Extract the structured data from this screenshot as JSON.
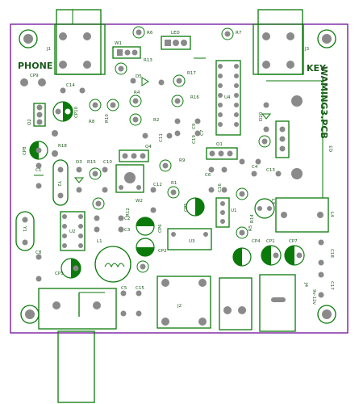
{
  "board": {
    "title": "WAMING3.PCB",
    "connectors": {
      "phone": "PHONE",
      "key": "KEY"
    },
    "supply": "9v-12v",
    "colors": {
      "outline": "#7b1fa2",
      "silk": "#0b7a0b",
      "pad": "#8a8a8a"
    }
  },
  "designators": {
    "J1": "J1",
    "J2": "J2",
    "J3": "J3",
    "J4": "J4",
    "U1": "U1",
    "U2": "U2",
    "U3": "U3",
    "U4": "U4",
    "Q1": "Q1",
    "Q2": "Q2",
    "Q3": "Q3",
    "Q4": "Q4",
    "Y1": "Y1",
    "Y2": "Y2",
    "L1": "L1",
    "L3": "L3",
    "L4": "L4",
    "LED": "LED",
    "W1": "W1",
    "W2": "W2",
    "R1": "R1",
    "R2": "R2",
    "R4": "R4",
    "R5": "R5",
    "R6": "R6",
    "R7": "R7",
    "R8": "R8",
    "R9": "R9",
    "R10": "R10",
    "R12": "R12",
    "R13": "R13",
    "R14": "R14",
    "R15": "R15",
    "R16": "R16",
    "R17": "R17",
    "R18": "R18",
    "D3": "D3",
    "D5": "D5",
    "D20": "D20",
    "C1": "C1",
    "C2": "C2",
    "C3": "C3",
    "C4": "C4",
    "C5": "C5",
    "C6": "C6",
    "C7": "C7",
    "C8": "C8",
    "C9": "C9",
    "C10": "C10",
    "C11": "C11",
    "C12": "C12",
    "C13": "C13",
    "C14": "C14",
    "C15": "C15",
    "C16": "C16",
    "C17": "C17",
    "C18": "C18",
    "C19": "C19",
    "CP1": "CP1",
    "CP2": "CP2",
    "CP3": "CP3",
    "CP4": "CP4",
    "CP5": "CP5",
    "CP6": "CP6",
    "CP7": "CP7",
    "CP8": "CP8",
    "CP9": "CP9",
    "CP10": "CP10"
  }
}
